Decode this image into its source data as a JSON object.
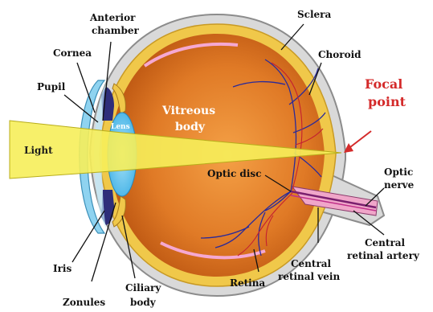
{
  "diagram": {
    "labels": {
      "anterior_chamber_line1": "Anterior",
      "anterior_chamber_line2": "chamber",
      "cornea": "Cornea",
      "pupil": "Pupil",
      "sclera": "Sclera",
      "choroid": "Choroid",
      "focal_point_line1": "Focal",
      "focal_point_line2": "point",
      "vitreous_line1": "Vitreous",
      "vitreous_line2": "body",
      "lens": "Lens",
      "light": "Light",
      "optic_disc": "Optic disc",
      "optic_nerve_line1": "Optic",
      "optic_nerve_line2": "nerve",
      "central_retinal_artery_line1": "Central",
      "central_retinal_artery_line2": "retinal artery",
      "central_retinal_vein_line1": "Central",
      "central_retinal_vein_line2": "retinal vein",
      "retina": "Retina",
      "iris": "Iris",
      "zonules": "Zonules",
      "ciliary_body_line1": "Ciliary",
      "ciliary_body_line2": "body"
    },
    "colors": {
      "sclera": "#d9d9d9",
      "choroid": "#f0c84a",
      "vitreous_outer": "#c25a12",
      "vitreous_inner": "#f08a2c",
      "retina_band": "#f5a8d2",
      "cornea": "#8fd3f0",
      "lens": "#63c4ef",
      "light_beam": "#f6ee5a",
      "vessel": "#2a2a9a",
      "optic_nerve": "#f0a6c9",
      "focal_text": "#d42a2a"
    }
  }
}
